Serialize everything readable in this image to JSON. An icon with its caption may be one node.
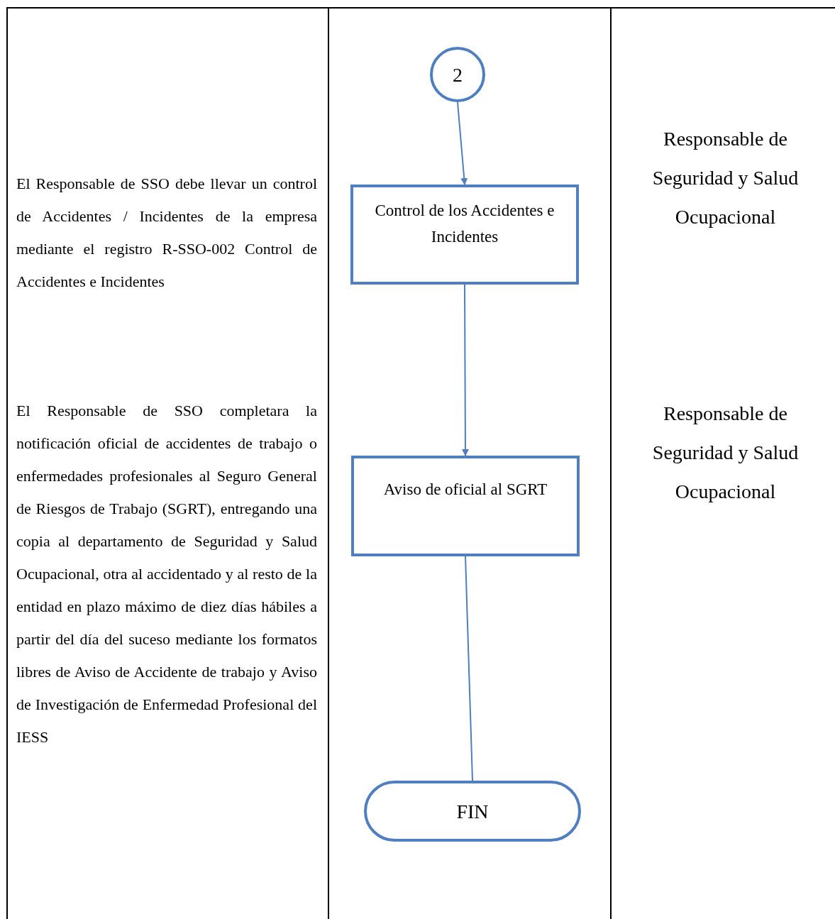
{
  "diagram": {
    "nodes": [
      {
        "text": [
          "2"
        ]
      },
      {
        "text": [
          "Control de los Accidentes e Incidentes"
        ]
      },
      {
        "text": [
          "Aviso de oficial al SGRT"
        ]
      },
      {
        "text": [
          "FIN"
        ]
      }
    ],
    "edges": [
      {
        "from": 0,
        "to": 1,
        "arrow": "to"
      },
      {
        "from": 1,
        "to": 2,
        "arrow": "to"
      },
      {
        "from": 2,
        "to": 3,
        "arrow": "none"
      }
    ],
    "labels": [
      "El Responsable de SSO debe llevar un control de Accidentes / Incidentes de la empresa mediante el registro R-SSO-002 Control de Accidentes e Incidentes",
      "Responsable de Seguridad y Salud Ocupacional",
      "El Responsable de SSO completara la notificación oficial de accidentes de trabajo o enfermedades profesionales al Seguro General de Riesgos de Trabajo (SGRT), entregando una copia al departamento de Seguridad y Salud Ocupacional, otra al accidentado y al resto de la entidad en plazo máximo de diez días hábiles a partir del día del suceso mediante los formatos libres de Aviso de Accidente de trabajo y Aviso de Investigación de Enfermedad Profesional del IESS",
      "Responsable de Seguridad y Salud Ocupacional"
    ]
  }
}
